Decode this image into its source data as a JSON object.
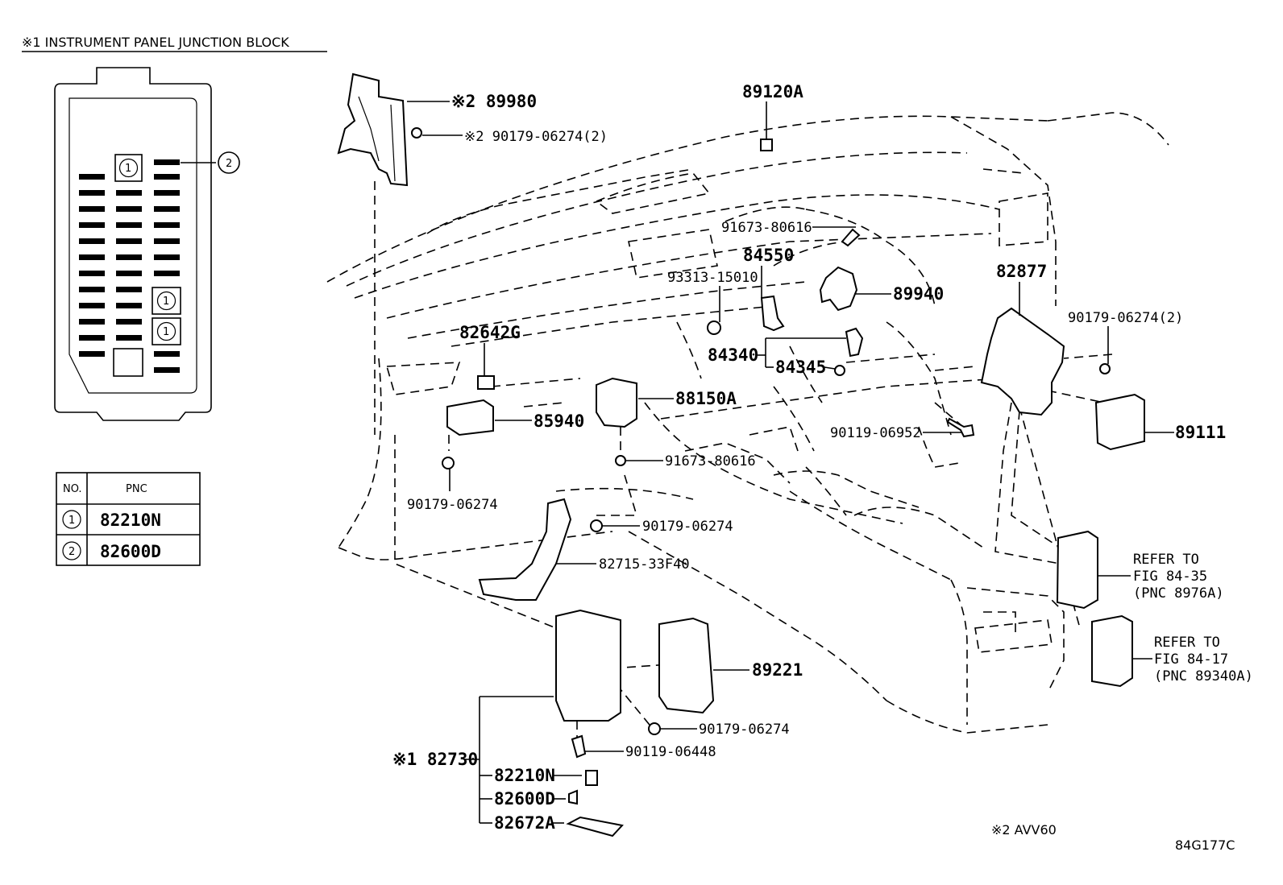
{
  "header": {
    "note": "※1 INSTRUMENT PANEL JUNCTION BLOCK"
  },
  "junction_block": {
    "callout_1": "1",
    "callout_2": "2"
  },
  "pnc_table": {
    "headers": [
      "NO.",
      "PNC"
    ],
    "rows": [
      {
        "no": "1",
        "pnc": "82210N"
      },
      {
        "no": "2",
        "pnc": "82600D"
      }
    ]
  },
  "labels": {
    "p89980": "※2 89980",
    "p90179_top": "※2 90179-06274(2)",
    "p89120A": "89120A",
    "p91673_top": "91673-80616",
    "p84550": "84550",
    "p93313": "93313-15010",
    "p89940": "89940",
    "p82877": "82877",
    "p90179_right": "90179-06274(2)",
    "p82642G": "82642G",
    "p84340": "84340",
    "p84345": "84345",
    "p88150A": "88150A",
    "p85940": "85940",
    "p90119_06952": "90119-06952",
    "p89111": "89111",
    "p91673_mid": "91673-80616",
    "p90179_left": "90179-06274",
    "p90179_mid": "90179-06274",
    "p82715": "82715-33F40",
    "refer1_a": "REFER TO",
    "refer1_b": "FIG 84-35",
    "refer1_c": "(PNC 8976A)",
    "refer2_a": "REFER TO",
    "refer2_b": "FIG 84-17",
    "refer2_c": "(PNC 89340A)",
    "p89221": "89221",
    "p90179_low": "90179-06274",
    "p90119_06448": "90119-06448",
    "p82730": "※1 82730",
    "p82210N": "82210N",
    "p82600D": "82600D",
    "p82672A": "82672A",
    "footnote": "※2 AVV60",
    "figure_code": "84G177C"
  }
}
